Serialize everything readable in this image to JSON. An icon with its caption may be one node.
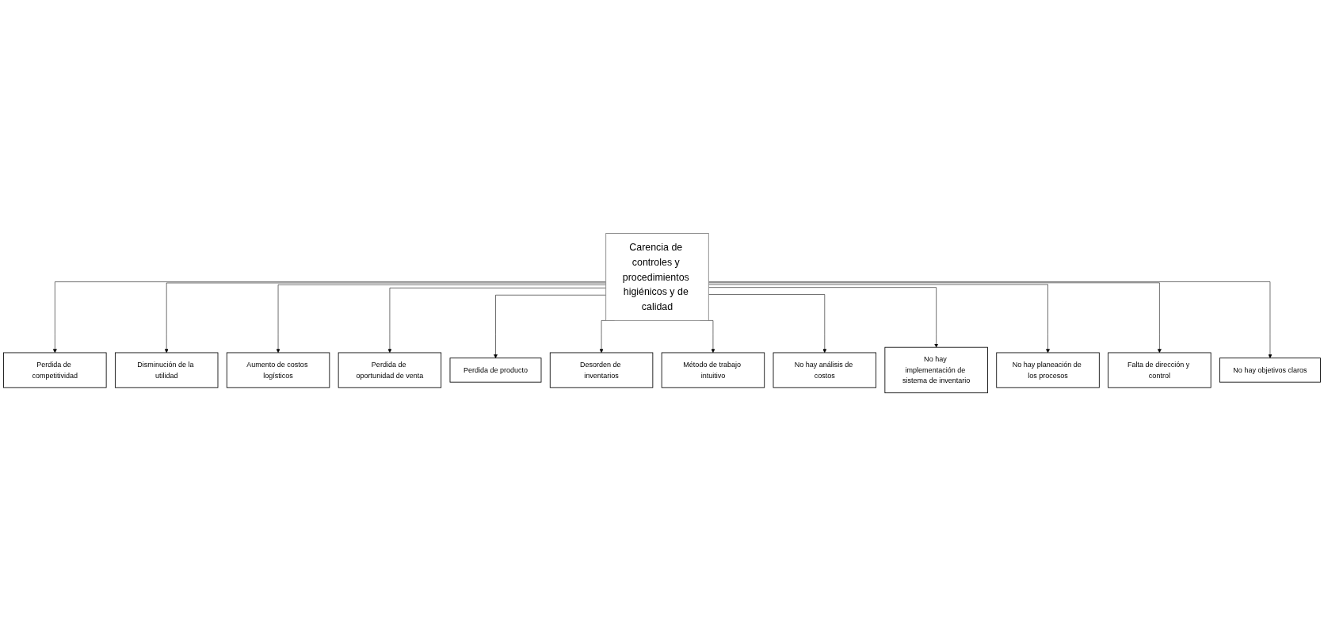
{
  "diagram": {
    "nodes": [
      {
        "text": [
          "Perdida de competitividad"
        ]
      },
      {
        "text": [
          "Disminución de la utilidad"
        ]
      },
      {
        "text": [
          "Aumento de costos logísticos"
        ]
      },
      {
        "text": [
          "Perdida de oportunidad de venta"
        ]
      },
      {
        "text": [
          "Perdida de producto"
        ]
      },
      {
        "text": [
          "Desorden de inventarios"
        ]
      },
      {
        "text": [
          "Carencia de controles y procedimientos higiénicos y de calidad"
        ]
      },
      {
        "text": [
          "Método de trabajo intuitivo"
        ]
      },
      {
        "text": [
          "No hay análisis de costos"
        ]
      },
      {
        "text": [
          "No hay implementación de sistema de inventario"
        ]
      },
      {
        "text": [
          "No hay planeación de los procesos"
        ]
      },
      {
        "text": [
          "Falta de dirección y control"
        ]
      },
      {
        "text": [
          "No hay objetivos claros"
        ]
      }
    ],
    "edges": [
      {
        "from": 6,
        "to": 0,
        "arrow": "to"
      },
      {
        "from": 6,
        "to": 1,
        "arrow": "to"
      },
      {
        "from": 6,
        "to": 2,
        "arrow": "to"
      },
      {
        "from": 6,
        "to": 3,
        "arrow": "to"
      },
      {
        "from": 6,
        "to": 4,
        "arrow": "to"
      },
      {
        "from": 6,
        "to": 5,
        "arrow": "to"
      },
      {
        "from": 6,
        "to": 7,
        "arrow": "to"
      },
      {
        "from": 6,
        "to": 8,
        "arrow": "to"
      },
      {
        "from": 6,
        "to": 9,
        "arrow": "to"
      },
      {
        "from": 6,
        "to": 10,
        "arrow": "to"
      },
      {
        "from": 6,
        "to": 11,
        "arrow": "to"
      },
      {
        "from": 6,
        "to": 12,
        "arrow": "to"
      }
    ]
  }
}
